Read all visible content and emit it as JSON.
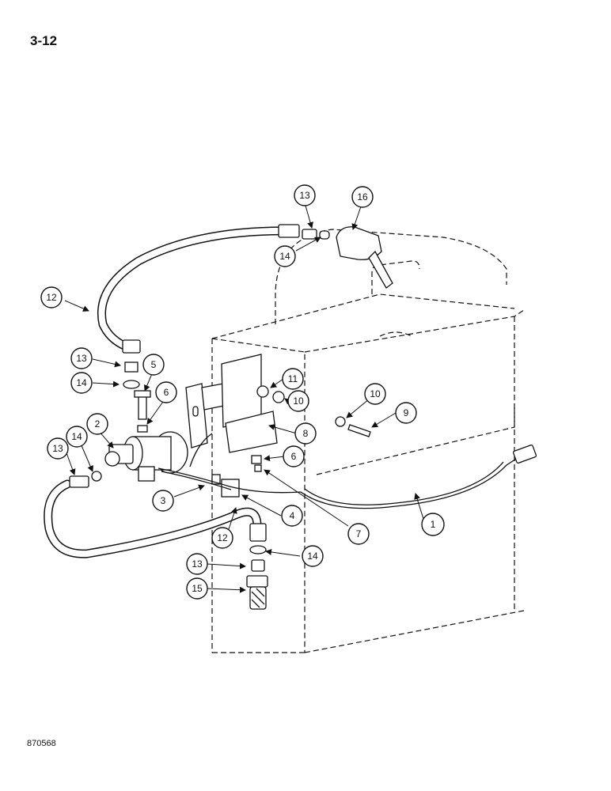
{
  "page": {
    "number": "3-12",
    "figure_id": "870568"
  },
  "callouts": [
    {
      "label": "1"
    },
    {
      "label": "2"
    },
    {
      "label": "3"
    },
    {
      "label": "4"
    },
    {
      "label": "5"
    },
    {
      "label": "6"
    },
    {
      "label": "6"
    },
    {
      "label": "7"
    },
    {
      "label": "8"
    },
    {
      "label": "9"
    },
    {
      "label": "10"
    },
    {
      "label": "10"
    },
    {
      "label": "11"
    },
    {
      "label": "12"
    },
    {
      "label": "12"
    },
    {
      "label": "13"
    },
    {
      "label": "13"
    },
    {
      "label": "13"
    },
    {
      "label": "13"
    },
    {
      "label": "14"
    },
    {
      "label": "14"
    },
    {
      "label": "14"
    },
    {
      "label": "14"
    },
    {
      "label": "15"
    },
    {
      "label": "16"
    }
  ]
}
